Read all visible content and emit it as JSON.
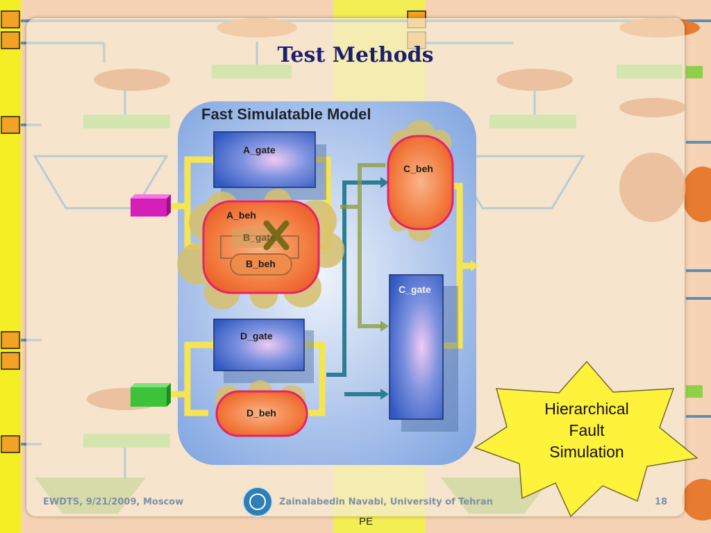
{
  "slide": {
    "title": "Test Methods",
    "panel_title": "Fast Simulatable Model",
    "blocks": {
      "a_gate": "A_gate",
      "a_beh": "A_beh",
      "b_gate": "B_gate",
      "b_beh": "B_beh",
      "c_beh": "C_beh",
      "c_gate": "C_gate",
      "d_gate": "D_gate",
      "d_beh": "D_beh"
    },
    "callout": [
      "Hierarchical",
      "Fault",
      "Simulation"
    ],
    "background_label": "PE",
    "footer": {
      "left": "EWDTS, 9/21/2009, Moscow",
      "middle": "Zainalabedin Navabi, University of Tehran",
      "page": "18"
    }
  },
  "colors": {
    "title": "#1b1f6e",
    "gate_blue": "#3d63c8",
    "beh_orange": "#f2753a",
    "beh_cloud": "#d7c06c",
    "wire_yellow": "#f6e552",
    "wire_teal": "#2d7e92",
    "wire_olive": "#8a9c3a",
    "star_yellow": "#fff23a",
    "input_magenta": "#d61fb8",
    "input_green": "#3cc33a"
  }
}
